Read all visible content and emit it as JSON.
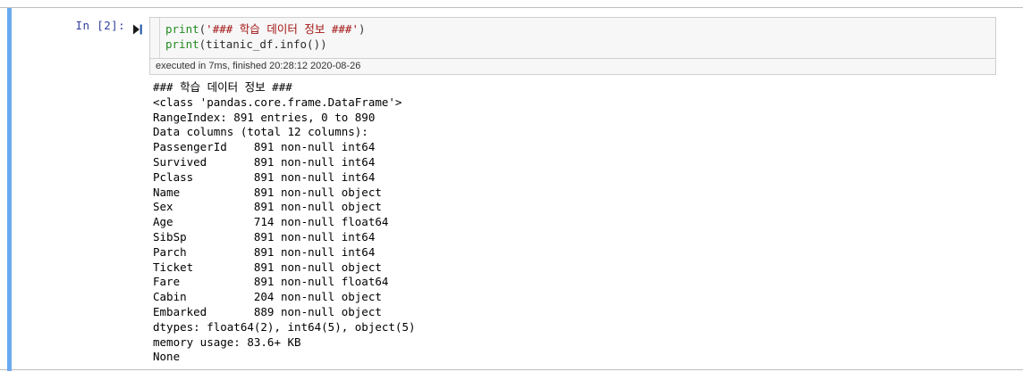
{
  "cell": {
    "prompt_label": "In [2]:",
    "run_icon_name": "run-cell-icon",
    "code_lines": [
      {
        "tokens": [
          {
            "text": "print",
            "type": "func"
          },
          {
            "text": "(",
            "type": "punct"
          },
          {
            "text": "'### 학습 데이터 정보 ###'",
            "type": "string"
          },
          {
            "text": ")",
            "type": "punct"
          }
        ]
      },
      {
        "tokens": [
          {
            "text": "print",
            "type": "func"
          },
          {
            "text": "(",
            "type": "punct"
          },
          {
            "text": "titanic_df.info()",
            "type": "plain"
          },
          {
            "text": ")",
            "type": "punct"
          }
        ]
      }
    ],
    "execution_status": "executed in 7ms, finished 20:28:12 2020-08-26",
    "output_lines": [
      "### 학습 데이터 정보 ###",
      "<class 'pandas.core.frame.DataFrame'>",
      "RangeIndex: 891 entries, 0 to 890",
      "Data columns (total 12 columns):",
      "PassengerId    891 non-null int64",
      "Survived       891 non-null int64",
      "Pclass         891 non-null int64",
      "Name           891 non-null object",
      "Sex            891 non-null object",
      "Age            714 non-null float64",
      "SibSp          891 non-null int64",
      "Parch          891 non-null int64",
      "Ticket         891 non-null object",
      "Fare           891 non-null float64",
      "Cabin          204 non-null object",
      "Embarked       889 non-null object",
      "dtypes: float64(2), int64(5), object(5)",
      "memory usage: 83.6+ KB",
      "None"
    ],
    "dataframe_info": {
      "class": "pandas.core.frame.DataFrame",
      "index": "RangeIndex: 891 entries, 0 to 890",
      "total_columns": 12,
      "columns": [
        {
          "name": "PassengerId",
          "non_null": 891,
          "dtype": "int64"
        },
        {
          "name": "Survived",
          "non_null": 891,
          "dtype": "int64"
        },
        {
          "name": "Pclass",
          "non_null": 891,
          "dtype": "int64"
        },
        {
          "name": "Name",
          "non_null": 891,
          "dtype": "object"
        },
        {
          "name": "Sex",
          "non_null": 891,
          "dtype": "object"
        },
        {
          "name": "Age",
          "non_null": 714,
          "dtype": "float64"
        },
        {
          "name": "SibSp",
          "non_null": 891,
          "dtype": "int64"
        },
        {
          "name": "Parch",
          "non_null": 891,
          "dtype": "int64"
        },
        {
          "name": "Ticket",
          "non_null": 891,
          "dtype": "object"
        },
        {
          "name": "Fare",
          "non_null": 891,
          "dtype": "float64"
        },
        {
          "name": "Cabin",
          "non_null": 204,
          "dtype": "object"
        },
        {
          "name": "Embarked",
          "non_null": 889,
          "dtype": "object"
        }
      ],
      "dtypes_summary": "float64(2), int64(5), object(5)",
      "memory_usage": "83.6+ KB"
    }
  },
  "colors": {
    "selected_bar": "#6aa9ef",
    "prompt_text": "#303f9f",
    "code_background": "#f7f7f7",
    "code_border": "#cfcfcf",
    "cell_border": "#bdbdbd",
    "string_token": "#a31515",
    "function_token": "#228B22",
    "output_text": "#000000"
  }
}
